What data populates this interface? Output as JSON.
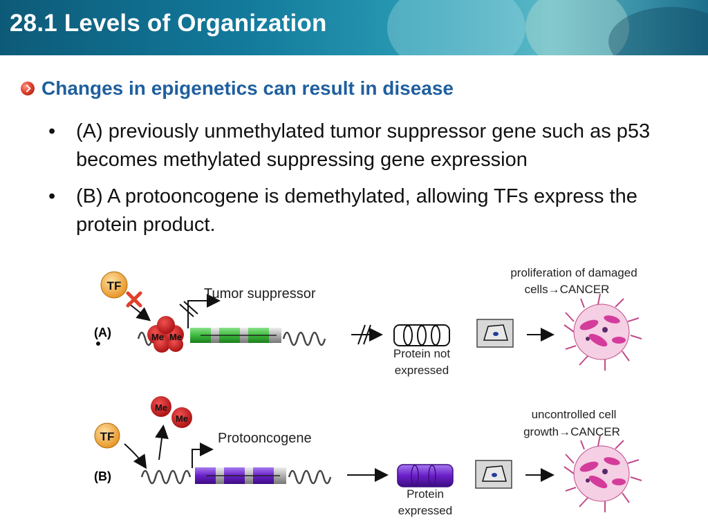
{
  "slide": {
    "title": "28.1 Levels of Organization",
    "subheading": "Changes in epigenetics can result in disease",
    "bullets": [
      "(A) previously unmethylated tumor suppressor gene such as p53 becomes methylated  suppressing gene expression",
      "(B) A protooncogene is demethylated, allowing TFs express the protein product."
    ],
    "bullet_char": "•"
  },
  "diagram": {
    "row_a": {
      "label": "(A)",
      "tf_label": "TF",
      "methyl_labels": [
        "Me",
        "Me"
      ],
      "gene_label": "Tumor suppressor",
      "protein_label_line1": "Protein not",
      "protein_label_line2": "expressed",
      "outcome_line1": "proliferation of damaged",
      "outcome_line2": "cells→CANCER"
    },
    "row_b": {
      "label": "(B)",
      "tf_label": "TF",
      "methyl_labels": [
        "Me",
        "Me"
      ],
      "gene_label": "Protooncogene",
      "protein_label_line1": "Protein",
      "protein_label_line2": "expressed",
      "outcome_line1": "uncontrolled cell",
      "outcome_line2": "growth→CANCER"
    },
    "colors": {
      "tf": "#f2a43a",
      "methyl": "#c81e1e",
      "gene_green": "#3cba3c",
      "gene_purple": "#6a1fc8",
      "cancer_pink": "#e35ab0",
      "cross": "#e0402a"
    }
  }
}
